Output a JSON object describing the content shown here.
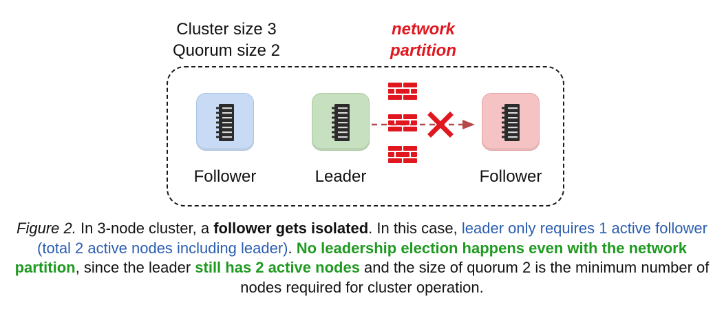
{
  "cluster_info": {
    "line1": "Cluster size 3",
    "line2": "Quorum size 2"
  },
  "partition": {
    "line1": "network",
    "line2": "partition",
    "color": "#e0171f"
  },
  "nodes": [
    {
      "label": "Follower",
      "role": "follower",
      "tile_color": "#c9dbf4",
      "tile_border": "#a9c2e6"
    },
    {
      "label": "Leader",
      "role": "leader",
      "tile_color": "#c7e0c0",
      "tile_border": "#a6c99c"
    },
    {
      "label": "Follower",
      "role": "isolated-follower",
      "tile_color": "#f5c3c3",
      "tile_border": "#e4a3a3"
    }
  ],
  "icons": {
    "server": "server-icon",
    "firewall": "brick-wall-icon",
    "blocked": "x-icon",
    "link": "dashed-arrow"
  },
  "colors": {
    "wall": "#e0171f",
    "arrow": "#b54848",
    "blue_text": "#2a5db0",
    "green_text": "#1f9a21"
  },
  "caption": {
    "fig_label": "Figure 2.",
    "t1": " In 3-node cluster, a ",
    "b1": "follower gets isolated",
    "t2": ". In this case, ",
    "blue1": "leader only requires 1 active follower (total 2 active nodes including leader)",
    "t3": ". ",
    "green1": "No leadership election happens even with the network partition",
    "t4": ", since the leader ",
    "green2": "still has 2 active nodes",
    "t5": " and the size of quorum 2 is the minimum number of nodes required for cluster operation."
  }
}
